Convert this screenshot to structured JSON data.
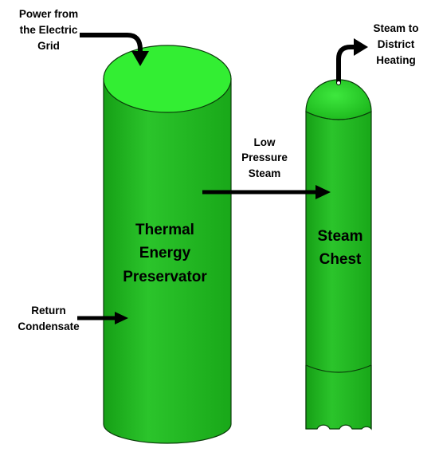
{
  "colors": {
    "body": "#1fb51f",
    "body_light": "#33d433",
    "top": "#33ee33",
    "outline": "#0a3d0a",
    "arrow": "#000000"
  },
  "labels": {
    "power_line1": "Power from",
    "power_line2": "the Electric",
    "power_line3": "Grid",
    "steam_out_line1": "Steam to",
    "steam_out_line2": "District",
    "steam_out_line3": "Heating",
    "low_pressure_line1": "Low",
    "low_pressure_line2": "Pressure",
    "low_pressure_line3": "Steam",
    "return_line1": "Return",
    "return_line2": "Condensate",
    "tep_line1": "Thermal",
    "tep_line2": "Energy",
    "tep_line3": "Preservator",
    "chest_line1": "Steam",
    "chest_line2": "Chest"
  },
  "icons": {
    "power_arrow": "curved-arrow-down-icon",
    "steam_out_arrow": "curved-arrow-up-icon",
    "steam_transfer_arrow": "arrow-right-icon",
    "condensate_arrow": "arrow-right-icon"
  }
}
